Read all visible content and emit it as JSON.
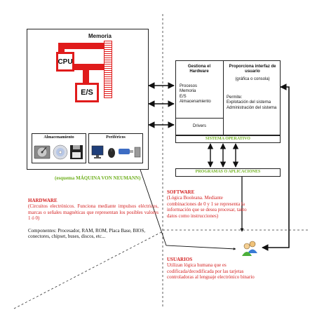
{
  "hardware_diagram": {
    "memoria_label": "Memoria",
    "cpu_label": "CPU",
    "es_label": "E/S",
    "almacenamiento_label": "Almacenamiento",
    "perifericos_label": "Periféricos",
    "caption": "(esquema MÁQUINA VON NEUMANN)"
  },
  "os_panel": {
    "left_title": "Gestiona el Hardware",
    "left_items": [
      "Procesos",
      "Memoria",
      "E/S",
      "Almacenamiento"
    ],
    "drivers_label": "Drivers",
    "right_title": "Proporciona interfaz de usuario",
    "right_subtitle": "(gráfica o consola)",
    "permite_label": "Permite:",
    "permite_items": [
      "Explotación del sistema",
      "Administración del sistema"
    ],
    "sistema_operativo_label": "SISTEMA OPERATIVO",
    "programas_label": "PROGRAMAS O APLICACIONES"
  },
  "hardware_text": {
    "heading": "HARDWARE",
    "description": "(Circuitos electrónicos. Funciona mediante impulsos eléctricos, marcas o señales magnéticas que representan los posibles valores 1 ó 0)",
    "components": "Componentes: Procesador, RAM, ROM, Placa Base, BIOS, conectores, chipset, buses, discos, etc..."
  },
  "software_text": {
    "heading": "SOFTWARE",
    "description": "(Lógica Booleana. Mediante combinaciones de 0 y 1 se representa la información que se desea procesar, tanto datos como instrucciones)"
  },
  "usuarios_text": {
    "heading": "USUARIOS",
    "description": "Utilizan lógica humana que es codificada/decodificada por las tarjetas controladoras al lenguaje electrónico binario"
  },
  "colors": {
    "accent_red": "#e01b1b",
    "label_red": "#d42020",
    "os_green": "#6fb01e"
  },
  "icons": [
    "hard-disk-icon",
    "cd-disc-icon",
    "floppy-icon",
    "monitor-icon",
    "mouse-icon",
    "usb-drive-icon",
    "users-icon"
  ]
}
